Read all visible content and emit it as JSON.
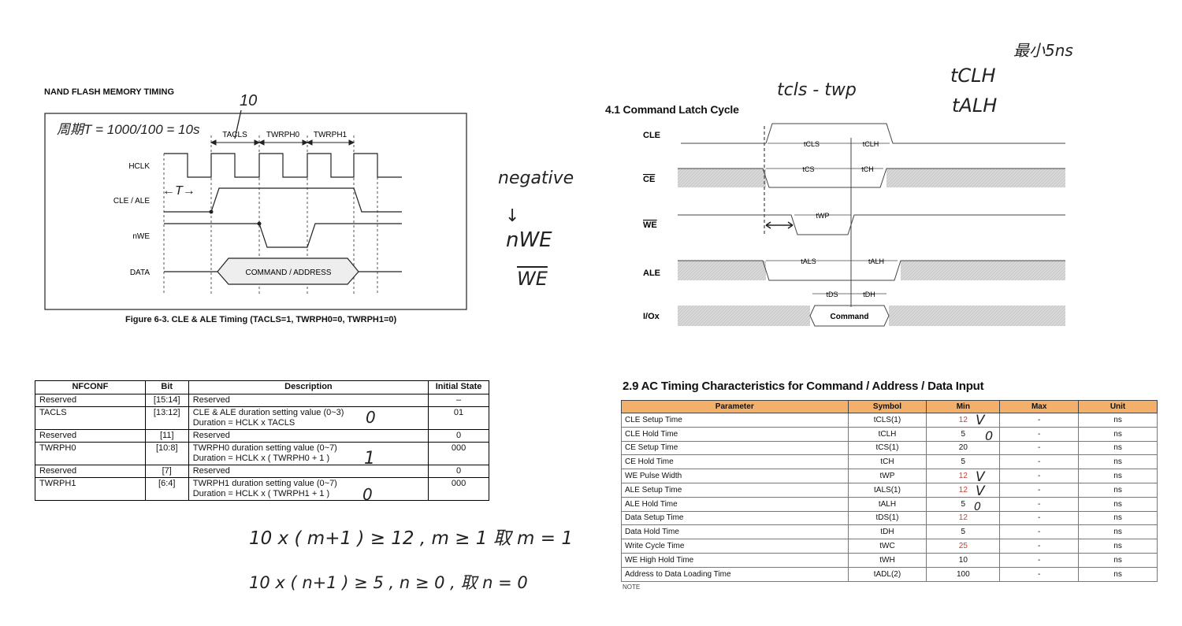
{
  "left_diagram": {
    "title": "NAND FLASH MEMORY TIMING",
    "signals": [
      "HCLK",
      "CLE / ALE",
      "nWE",
      "DATA"
    ],
    "segments": [
      "TACLS",
      "TWRPH0",
      "TWRPH1"
    ],
    "data_label": "COMMAND / ADDRESS",
    "caption": "Figure 6-3. CLE & ALE Timing (TACLS=1, TWRPH0=0, TWRPH1=0)"
  },
  "right_diagram": {
    "title": "4.1 Command Latch Cycle",
    "signals": [
      "CLE",
      "CE",
      "WE",
      "ALE",
      "I/Ox"
    ],
    "timing_labels": {
      "tcls": "tCLS",
      "tclh": "tCLH",
      "tcs": "tCS",
      "tch": "tCH",
      "twp": "tWP",
      "tals": "tALS",
      "talh": "tALH",
      "tds": "tDS",
      "tdh": "tDH"
    },
    "io_label": "Command"
  },
  "nfconf_table": {
    "headers": [
      "NFCONF",
      "Bit",
      "Description",
      "Initial State"
    ],
    "rows": [
      {
        "name": "Reserved",
        "bit": "[15:14]",
        "desc1": "Reserved",
        "desc2": "",
        "init": "–"
      },
      {
        "name": "TACLS",
        "bit": "[13:12]",
        "desc1": "CLE & ALE duration setting value (0~3)",
        "desc2": "Duration =  HCLK x TACLS",
        "init": "01"
      },
      {
        "name": "Reserved",
        "bit": "[11]",
        "desc1": "Reserved",
        "desc2": "",
        "init": "0"
      },
      {
        "name": "TWRPH0",
        "bit": "[10:8]",
        "desc1": "TWRPH0 duration setting value (0~7)",
        "desc2": "Duration =  HCLK x ( TWRPH0 + 1 )",
        "init": "000"
      },
      {
        "name": "Reserved",
        "bit": "[7]",
        "desc1": "Reserved",
        "desc2": "",
        "init": "0"
      },
      {
        "name": "TWRPH1",
        "bit": "[6:4]",
        "desc1": "TWRPH1 duration setting value (0~7)",
        "desc2": "Duration =  HCLK x ( TWRPH1 + 1 )",
        "init": "000"
      }
    ]
  },
  "ac_table": {
    "title": "2.9 AC Timing Characteristics for Command / Address / Data Input",
    "headers": [
      "Parameter",
      "Symbol",
      "Min",
      "Max",
      "Unit"
    ],
    "rows": [
      {
        "param": "CLE Setup Time",
        "symbol": "tCLS(1)",
        "min": "12",
        "max": "-",
        "unit": "ns",
        "red": true
      },
      {
        "param": "CLE Hold Time",
        "symbol": "tCLH",
        "min": "5",
        "max": "-",
        "unit": "ns",
        "red": false
      },
      {
        "param": "CE Setup Time",
        "symbol": "tCS(1)",
        "min": "20",
        "max": "-",
        "unit": "ns",
        "red": false
      },
      {
        "param": "CE Hold Time",
        "symbol": "tCH",
        "min": "5",
        "max": "-",
        "unit": "ns",
        "red": false
      },
      {
        "param": "WE Pulse Width",
        "symbol": "tWP",
        "min": "12",
        "max": "-",
        "unit": "ns",
        "red": true
      },
      {
        "param": "ALE Setup Time",
        "symbol": "tALS(1)",
        "min": "12",
        "max": "-",
        "unit": "ns",
        "red": true
      },
      {
        "param": "ALE Hold Time",
        "symbol": "tALH",
        "min": "5",
        "max": "-",
        "unit": "ns",
        "red": false
      },
      {
        "param": "Data Setup Time",
        "symbol": "tDS(1)",
        "min": "12",
        "max": "-",
        "unit": "ns",
        "red": true
      },
      {
        "param": "Data Hold Time",
        "symbol": "tDH",
        "min": "5",
        "max": "-",
        "unit": "ns",
        "red": false
      },
      {
        "param": "Write Cycle Time",
        "symbol": "tWC",
        "min": "25",
        "max": "-",
        "unit": "ns",
        "red": true
      },
      {
        "param": "WE High Hold Time",
        "symbol": "tWH",
        "min": "10",
        "max": "-",
        "unit": "ns",
        "red": false
      },
      {
        "param": "Address to Data Loading Time",
        "symbol": "tADL(2)",
        "min": "100",
        "max": "-",
        "unit": "ns",
        "red": false
      }
    ],
    "note_fragment": "NOTE"
  },
  "handwriting": {
    "period": "周期T = 1000/100 = 10s",
    "ten": "10",
    "t_arrow": "←T→",
    "negative": "negative",
    "down_arrow": "↓",
    "nwe": "nWE",
    "we_bar": "WE",
    "tcls_twp": "tcls - twp",
    "tclh": "tCLH",
    "talh": "tALH",
    "min5": "最小5ns",
    "eq1": "10 x ( m+1 ) ≥ 12 ,  m ≥ 1  取 m = 1",
    "eq2": "10 x ( n+1 ) ≥ 5 ,  n ≥ 0 , 取 n = 0",
    "marks_nfconf": [
      "0",
      "1",
      "0"
    ],
    "check": "V",
    "circle": "0"
  }
}
